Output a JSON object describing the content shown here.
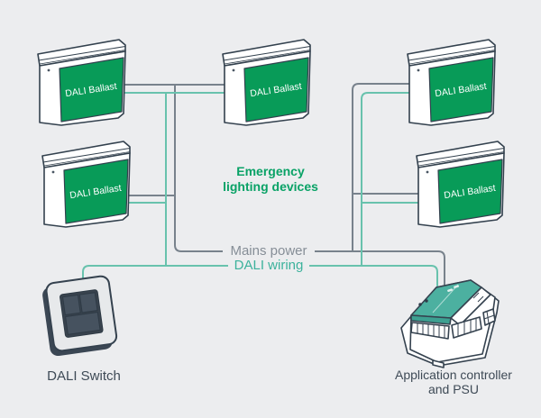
{
  "labels": {
    "ballast": "DALI Ballast",
    "center": [
      "Emergency",
      "lighting devices"
    ],
    "mains_power": "Mains power",
    "dali_wiring": "DALI wiring",
    "dali_switch": "DALI Switch",
    "controller": [
      "Application controller",
      "and PSU"
    ]
  },
  "colors": {
    "background": "#ecedef",
    "ballast_green": "#089b58",
    "outline": "#33414e",
    "mains_line": "#78828c",
    "mains_text": "#868e97",
    "dali_line": "#68c2ad",
    "dali_text": "#3cb29c",
    "center_text": "#09a266",
    "device_label_text": "#3e4a56",
    "controller_teal": "#4cb0a0"
  },
  "diagram": {
    "type": "wiring-diagram",
    "devices": [
      {
        "id": "ballast-1",
        "label": "DALI Ballast"
      },
      {
        "id": "ballast-2",
        "label": "DALI Ballast"
      },
      {
        "id": "ballast-3",
        "label": "DALI Ballast"
      },
      {
        "id": "ballast-4",
        "label": "DALI Ballast"
      },
      {
        "id": "ballast-5",
        "label": "DALI Ballast"
      },
      {
        "id": "dali-switch",
        "label": "DALI Switch"
      },
      {
        "id": "controller",
        "label": "Application controller and PSU"
      }
    ],
    "buses": [
      {
        "name": "Mains power",
        "connects": [
          "ballast-1",
          "ballast-2",
          "ballast-3",
          "ballast-4",
          "ballast-5",
          "controller"
        ]
      },
      {
        "name": "DALI wiring",
        "connects": [
          "ballast-1",
          "ballast-2",
          "ballast-3",
          "ballast-4",
          "ballast-5",
          "dali-switch",
          "controller"
        ]
      }
    ],
    "group_caption": "Emergency lighting devices"
  }
}
